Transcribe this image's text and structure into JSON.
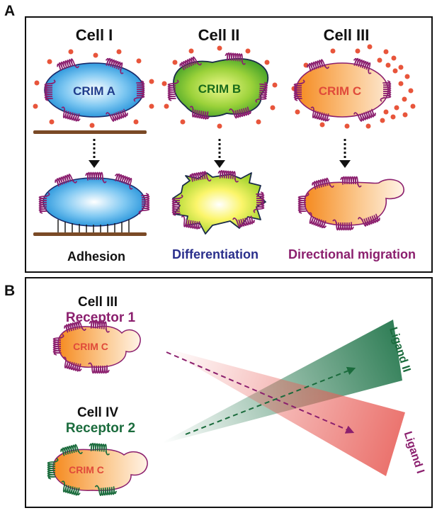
{
  "panel_a": {
    "letter": "A",
    "cells": [
      {
        "title": "Cell I",
        "crim": "CRIM A",
        "outcome": "Adhesion"
      },
      {
        "title": "Cell II",
        "crim": "CRIM B",
        "outcome": "Differentiation"
      },
      {
        "title": "Cell III",
        "crim": "CRIM C",
        "outcome": "Directional migration"
      }
    ]
  },
  "panel_b": {
    "letter": "B",
    "cell_top": {
      "title": "Cell III",
      "receptor": "Receptor 1",
      "crim": "CRIM C"
    },
    "cell_bottom": {
      "title": "Cell IV",
      "receptor": "Receptor 2",
      "crim": "CRIM C"
    },
    "ligand_top": "Ligand II",
    "ligand_bottom": "Ligand I"
  },
  "colors": {
    "receptor_purple": "#8b1f6e",
    "receptor_green": "#1a6b3c",
    "ligand_dot": "#e8553b",
    "substrate": "#7a4a26",
    "crim_a_text": "#1f3d8c",
    "crim_b_text": "#1a6b1a",
    "crim_c_text": "#e04a3a",
    "differentiation_text": "#2a2f8c",
    "migration_text": "#8b1f6e",
    "ligand2_green": "#2e7d55",
    "ligand1_red": "#e8605a"
  }
}
